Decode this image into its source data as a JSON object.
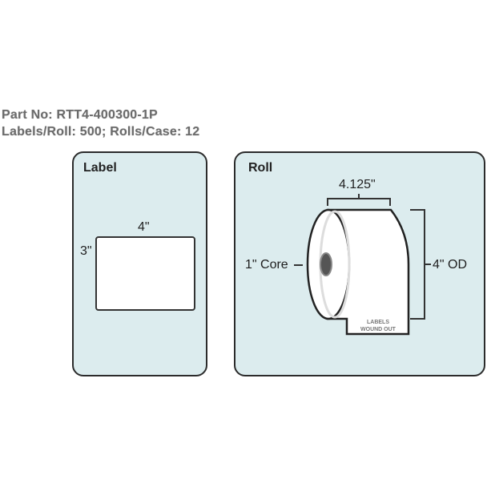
{
  "header": {
    "part_no": "Part No: RTT4-400300-1P",
    "packaging": "Labels/Roll: 500; Rolls/Case: 12"
  },
  "label_panel": {
    "title": "Label",
    "width": "4\"",
    "height": "3\""
  },
  "roll_panel": {
    "title": "Roll",
    "roll_width": "4.125\"",
    "core": "1\" Core",
    "outer_diameter": "4\" OD",
    "wind_note_line1": "LABELS",
    "wind_note_line2": "WOUND OUT"
  },
  "colors": {
    "panel_bg": "#dcecee",
    "panel_border": "#2b2b2b",
    "header_text": "#6b6b6b"
  }
}
